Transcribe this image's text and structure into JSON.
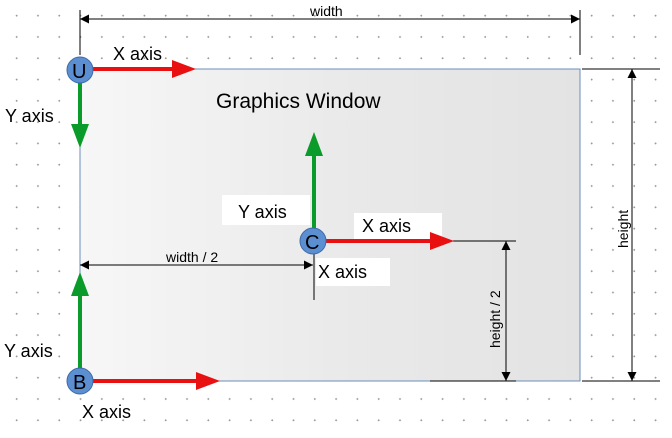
{
  "title": "Graphics Window",
  "dimensions": {
    "width": "width",
    "height": "height",
    "half_width": "width / 2",
    "half_height": "height / 2"
  },
  "origins": {
    "upper": {
      "letter": "U",
      "x_label": "X axis",
      "y_label": "Y axis"
    },
    "center": {
      "letter": "C",
      "x_label": "X axis",
      "y_label": "Y axis",
      "x_label_below": "X axis"
    },
    "bottom": {
      "letter": "B",
      "x_label": "X axis",
      "y_label": "Y axis"
    }
  },
  "colors": {
    "x_axis": "#e81010",
    "y_axis": "#0a9b2a",
    "marker_fill": "#5b8fd1",
    "window_border": "#6b8fbf"
  }
}
